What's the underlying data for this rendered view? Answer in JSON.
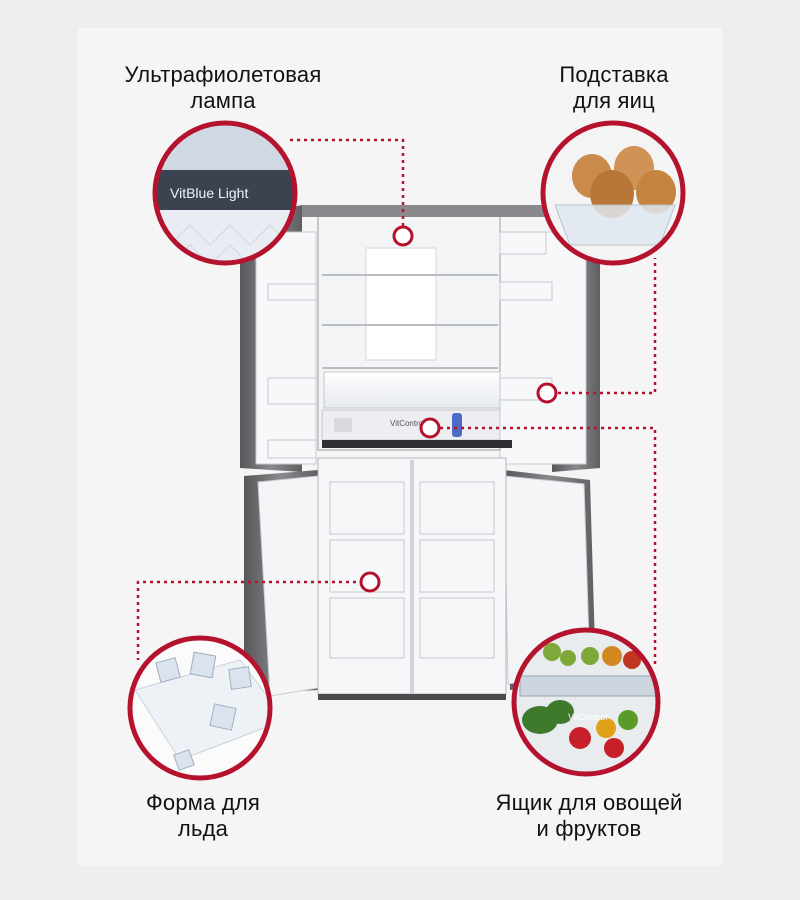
{
  "captions": {
    "uv_lamp": [
      "Ультрафиолетовая",
      "лампа"
    ],
    "egg_tray": [
      "Подставка",
      "для яиц"
    ],
    "ice_tray": [
      "Форма для",
      "льда"
    ],
    "veg_drawer": [
      "Ящик для овощей",
      "и фруктов"
    ]
  },
  "callout_labels": {
    "uv_lamp": "VitBlue Light",
    "veg_drawer": "VitControl"
  },
  "fridge_labels": {
    "control_panel": "VitControl"
  },
  "colors": {
    "accent": "#b5122e",
    "background": "#efeeee",
    "fridge_body": "#6f6f72",
    "interior": "#f3f4f6"
  }
}
